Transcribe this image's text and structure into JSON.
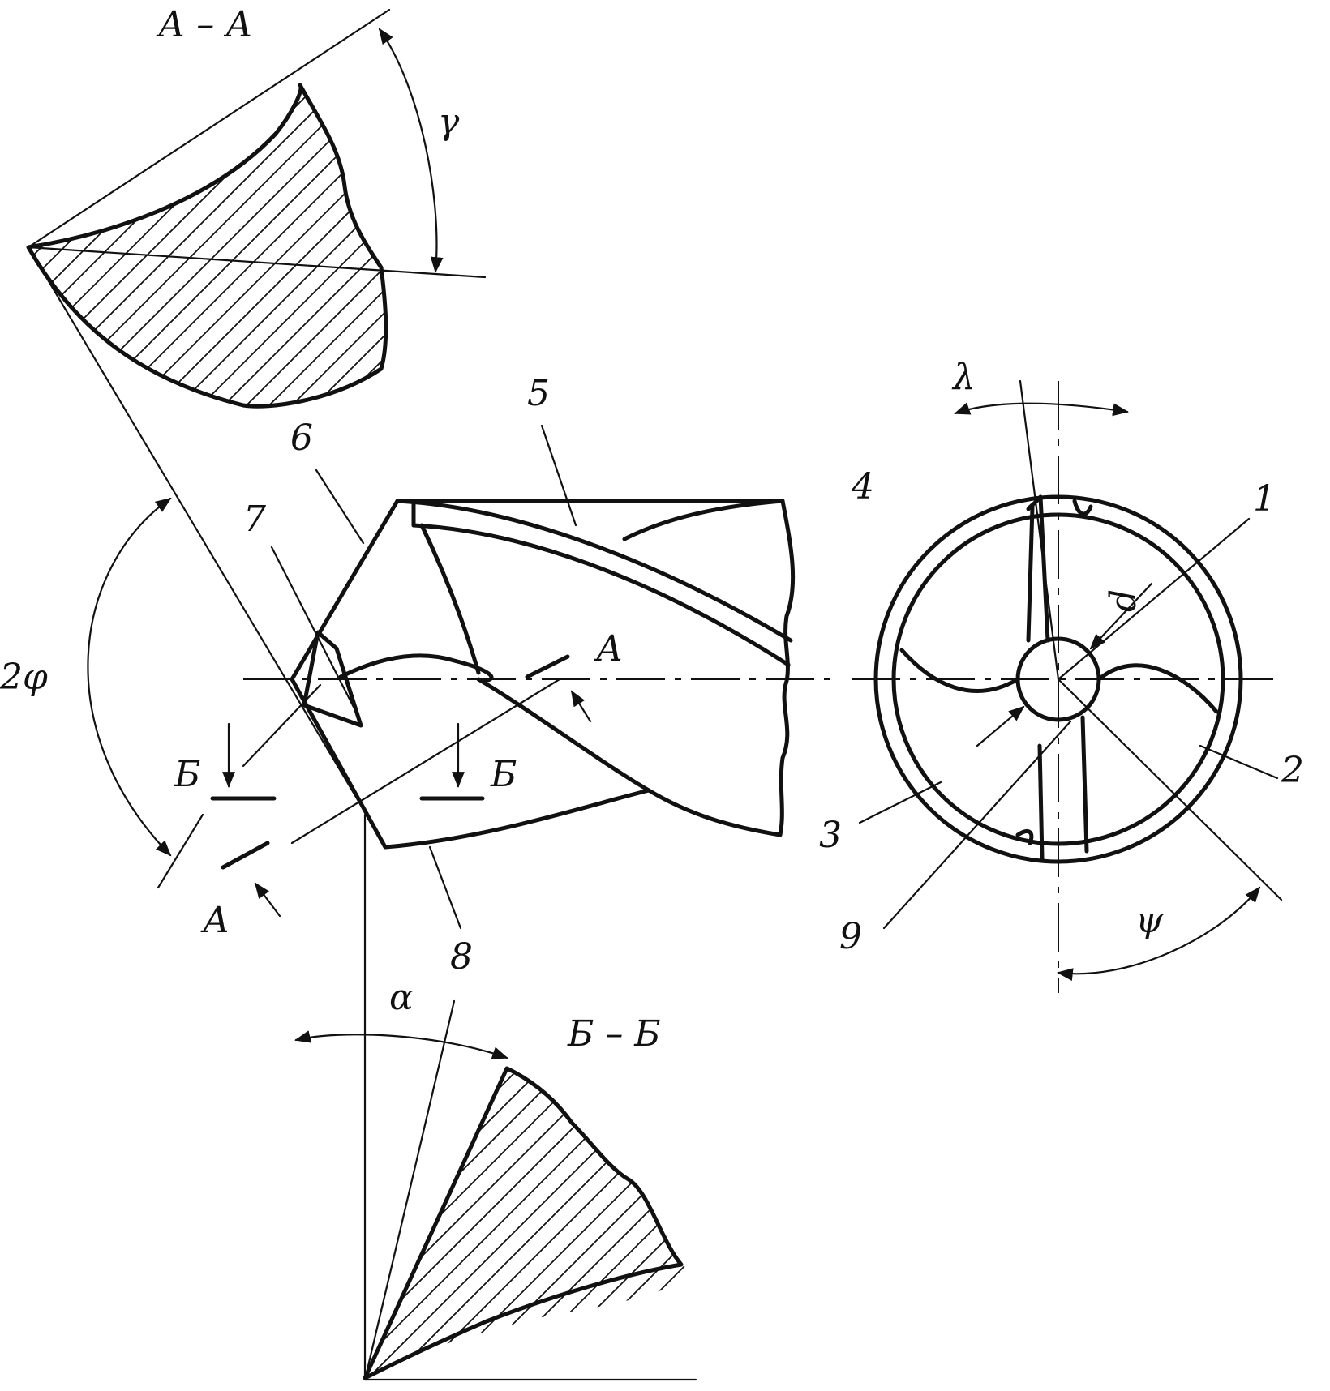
{
  "sections": {
    "aa_title": "А – А",
    "bb_title": "Б – Б"
  },
  "cut_marks": {
    "a_upper": "А",
    "a_lower": "А",
    "b_left": "Б",
    "b_right": "Б"
  },
  "angles": {
    "gamma": "γ",
    "alpha": "α",
    "two_phi": "2φ",
    "psi": "ψ",
    "lambda": "λ"
  },
  "dimension": {
    "d": "d"
  },
  "callouts": [
    "1",
    "2",
    "3",
    "4",
    "5",
    "6",
    "7",
    "8",
    "9"
  ]
}
